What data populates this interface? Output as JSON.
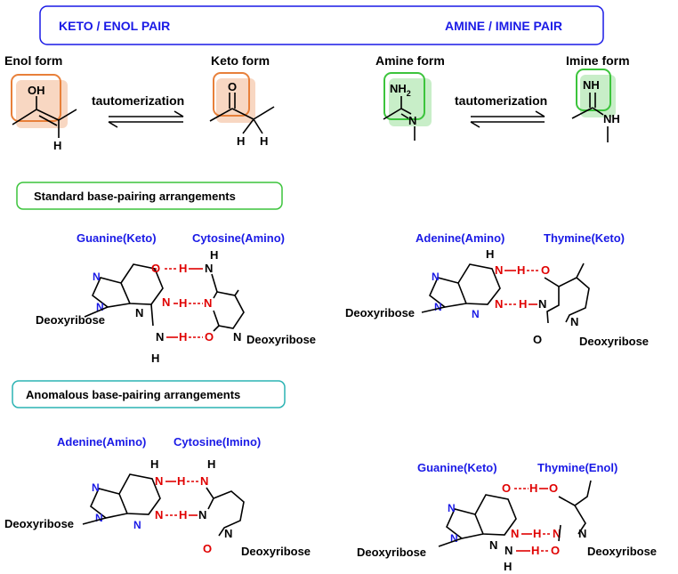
{
  "header": {
    "left_title": "KETO / ENOL PAIR",
    "right_title": "AMINE / IMINE PAIR",
    "border_color": "#1a1ae6"
  },
  "tautomers": {
    "enol_form": "Enol form",
    "keto_form": "Keto form",
    "amine_form": "Amine form",
    "imine_form": "Imine form",
    "arrow_label_left": "tautomerization",
    "arrow_label_right": "tautomerization",
    "highlight_orange": "#e8803a",
    "highlight_green": "#3cc43c"
  },
  "atoms": {
    "oh": "OH",
    "o": "O",
    "h": "H",
    "nh2": "NH",
    "sub2": "2",
    "n": "N",
    "nh": "NH"
  },
  "sections": {
    "standard": "Standard base-pairing arrangements",
    "anomalous": "Anomalous base-pairing arrangements",
    "standard_border": "#3cc43c",
    "anomalous_border": "#2bb3b3"
  },
  "pairs": {
    "gc": {
      "left": "Guanine(Keto)",
      "right": "Cytosine(Amino)"
    },
    "at": {
      "left": "Adenine(Amino)",
      "right": "Thymine(Keto)"
    },
    "ac": {
      "left": "Adenine(Amino)",
      "right": "Cytosine(Imino)"
    },
    "gt": {
      "left": "Guanine(Keto)",
      "right": "Thymine(Enol)"
    },
    "sugar": "Deoxyribose"
  },
  "colors": {
    "label_blue": "#1a1ae6",
    "hbond_red": "#e00000"
  }
}
